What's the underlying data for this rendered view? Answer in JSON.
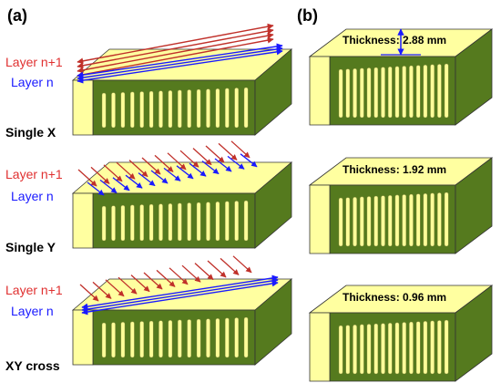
{
  "panels": [
    {
      "label": "(a)"
    },
    {
      "label": "(b)"
    }
  ],
  "rows_a": [
    {
      "name": "Single X",
      "layer_top": "Layer n+1",
      "layer_bottom": "Layer n",
      "pattern": "single-x"
    },
    {
      "name": "Single Y",
      "layer_top": "Layer n+1",
      "layer_bottom": "Layer n",
      "pattern": "single-y"
    },
    {
      "name": "XY cross",
      "layer_top": "Layer n+1",
      "layer_bottom": "Layer n",
      "pattern": "xy-cross"
    }
  ],
  "rows_b": [
    {
      "thickness": "Thickness: 2.88 mm",
      "marker": true
    },
    {
      "thickness": "Thickness: 1.92 mm",
      "marker": false
    },
    {
      "thickness": "Thickness: 0.96 mm",
      "marker": false
    }
  ],
  "colors": {
    "side_face": "#ffffa0",
    "front_face": "#557a1e",
    "slot": "#ffff99",
    "outline": "#333333",
    "layer_top_arrow": "#c0302a",
    "layer_bottom_arrow": "#1a1aff"
  }
}
